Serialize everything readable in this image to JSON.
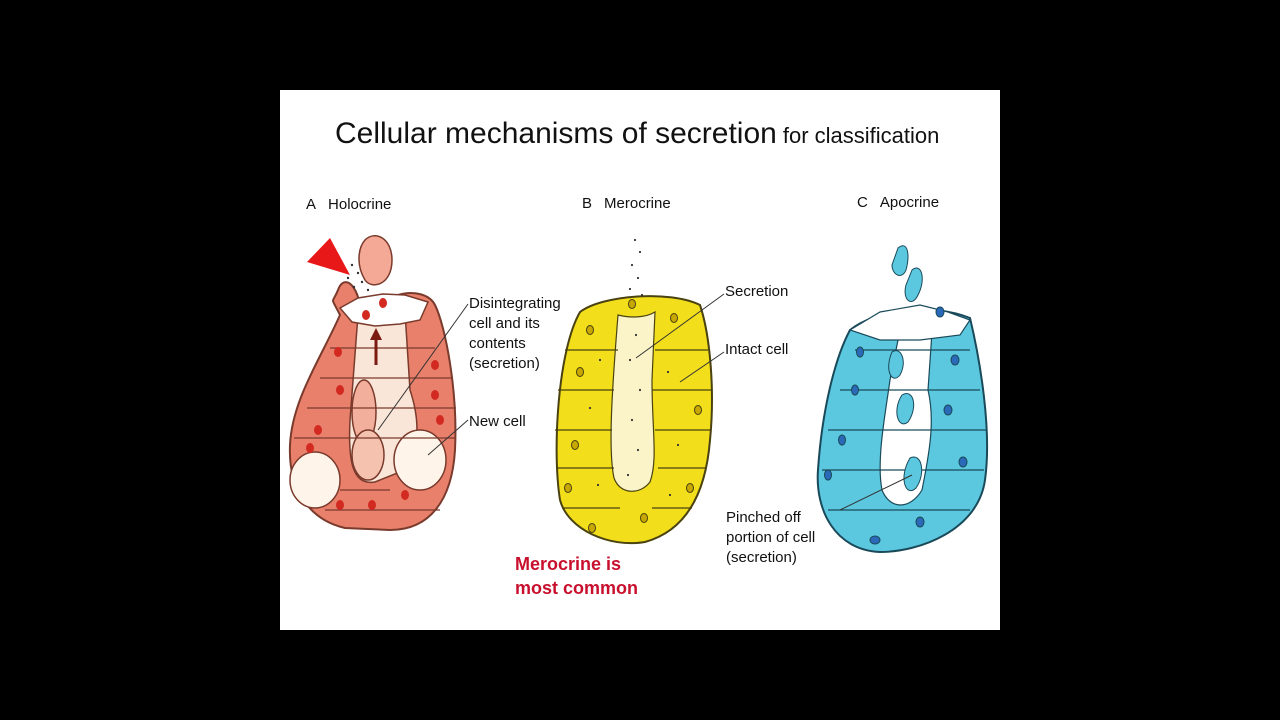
{
  "slide": {
    "title": "Cellular mechanisms of secretion",
    "title_suffix": "for classification",
    "panels": [
      {
        "letter": "A",
        "name": "Holocrine",
        "annotations": [
          "Disintegrating\ncell and its\ncontents\n(secretion)",
          "New cell"
        ]
      },
      {
        "letter": "B",
        "name": "Merocrine",
        "annotations": [
          "Secretion",
          "Intact cell"
        ]
      },
      {
        "letter": "C",
        "name": "Apocrine",
        "annotations": [
          "Pinched off\nportion of cell\n(secretion)"
        ]
      }
    ],
    "note": "Merocrine is\nmost common"
  },
  "colors": {
    "holocrine": "#e8806c",
    "merocrine": "#f2de1a",
    "apocrine": "#5cc8e0",
    "pointer": "#e81818",
    "note": "#c8102e"
  }
}
